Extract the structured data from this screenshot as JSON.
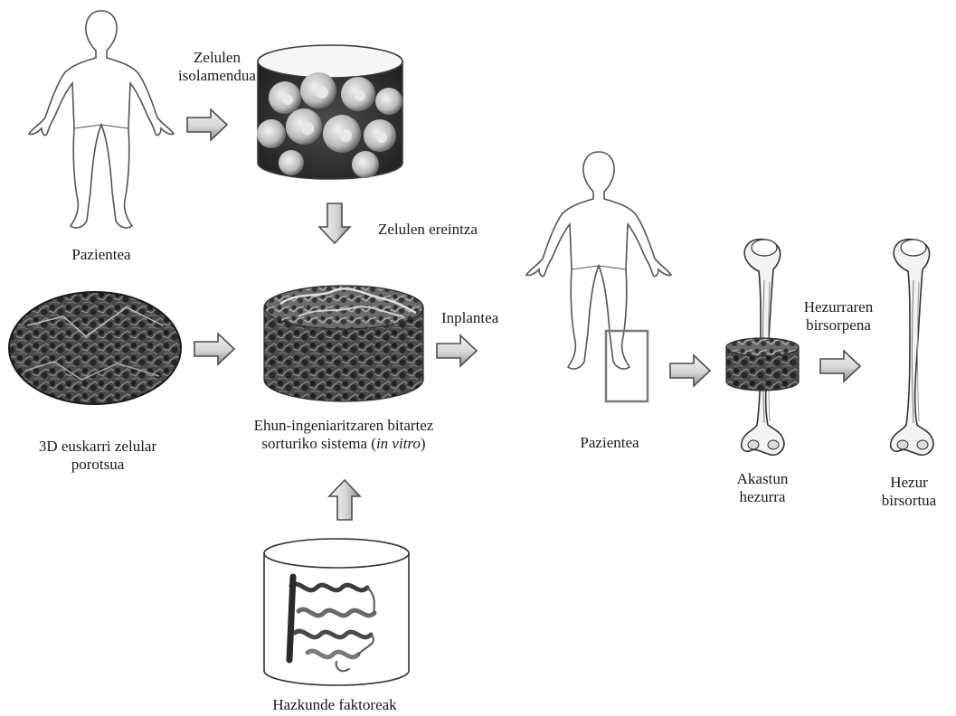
{
  "labels": {
    "patient_left": "Pazientea",
    "cell_isolation": [
      "Zelulen",
      "isolamendua"
    ],
    "cell_seeding": "Zelulen ereintza",
    "scaffold": [
      "3D euskarri zelular",
      "porotsua"
    ],
    "system": {
      "line1": "Ehun-ingeniaritzaren  bitartez",
      "line2_pre": "sorturiko sistema (",
      "line2_italic": "in vitro",
      "line2_post": ")"
    },
    "growth_factors": "Hazkunde faktoreak",
    "implant": "Inplantea",
    "patient_right": "Pazientea",
    "defective_bone": [
      "Akastun",
      "hezurra"
    ],
    "bone_resorption": [
      "Hezurraren",
      "birsorpena"
    ],
    "regenerated_bone": [
      "Hezur",
      "birsortua"
    ]
  },
  "colors": {
    "outline": "#555555",
    "arrow_fill": "#e6e6e6",
    "arrow_shade": "#9a9a9a",
    "porous_dark": "#3a3a3a",
    "porous_light": "#8a8a8a",
    "cell_fill": "#bdbdbd",
    "implant_box": "#7a7a7a"
  },
  "icons": [
    "human-figure-icon",
    "cell-container-icon",
    "scaffold-icon",
    "protein-icon",
    "femur-icon",
    "arrow-icon"
  ]
}
